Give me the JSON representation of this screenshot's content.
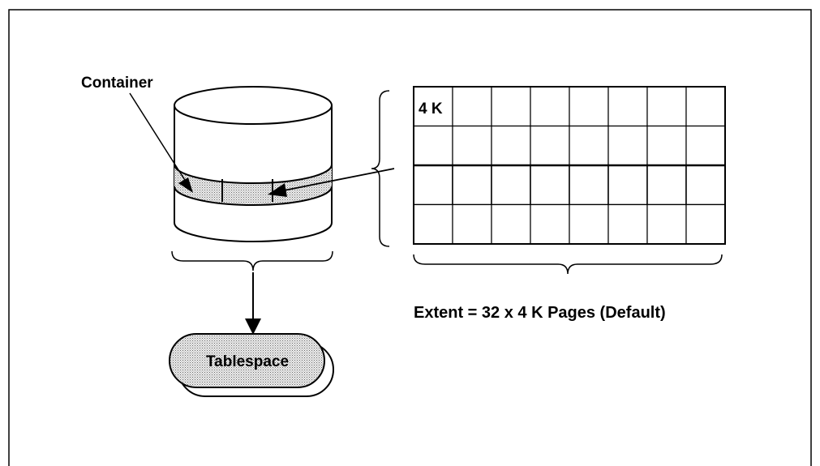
{
  "labels": {
    "container": "Container",
    "page_size": "4 K",
    "extent": "Extent = 32 x 4 K Pages (Default)",
    "tablespace": "Tablespace"
  },
  "grid": {
    "rows": 4,
    "cols": 8
  },
  "colors": {
    "line": "#000000",
    "stipple": "#d4d4d4",
    "background": "#ffffff"
  }
}
